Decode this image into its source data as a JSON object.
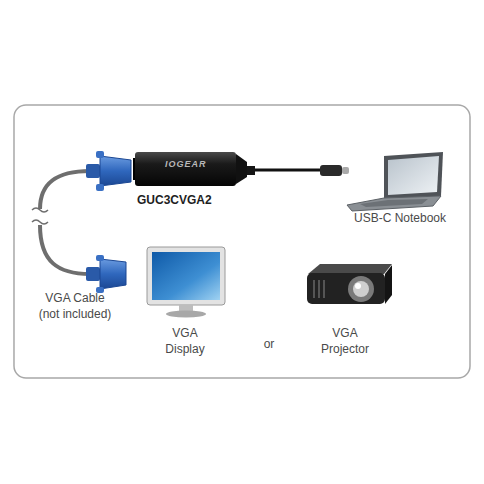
{
  "diagram": {
    "nodes": [
      {
        "text": [
          "IOGEAR",
          "GUC3CVGA2"
        ]
      },
      {
        "text": [
          "USB-C Notebook"
        ]
      },
      {
        "text": [
          "VGA Cable (not included)"
        ]
      },
      {
        "text": [
          "VGA Display"
        ]
      },
      {
        "text": [
          "VGA Projector"
        ]
      }
    ],
    "edges": [
      {
        "from": 0,
        "to": 1,
        "arrow": "none"
      }
    ],
    "labels": [
      "or"
    ]
  }
}
